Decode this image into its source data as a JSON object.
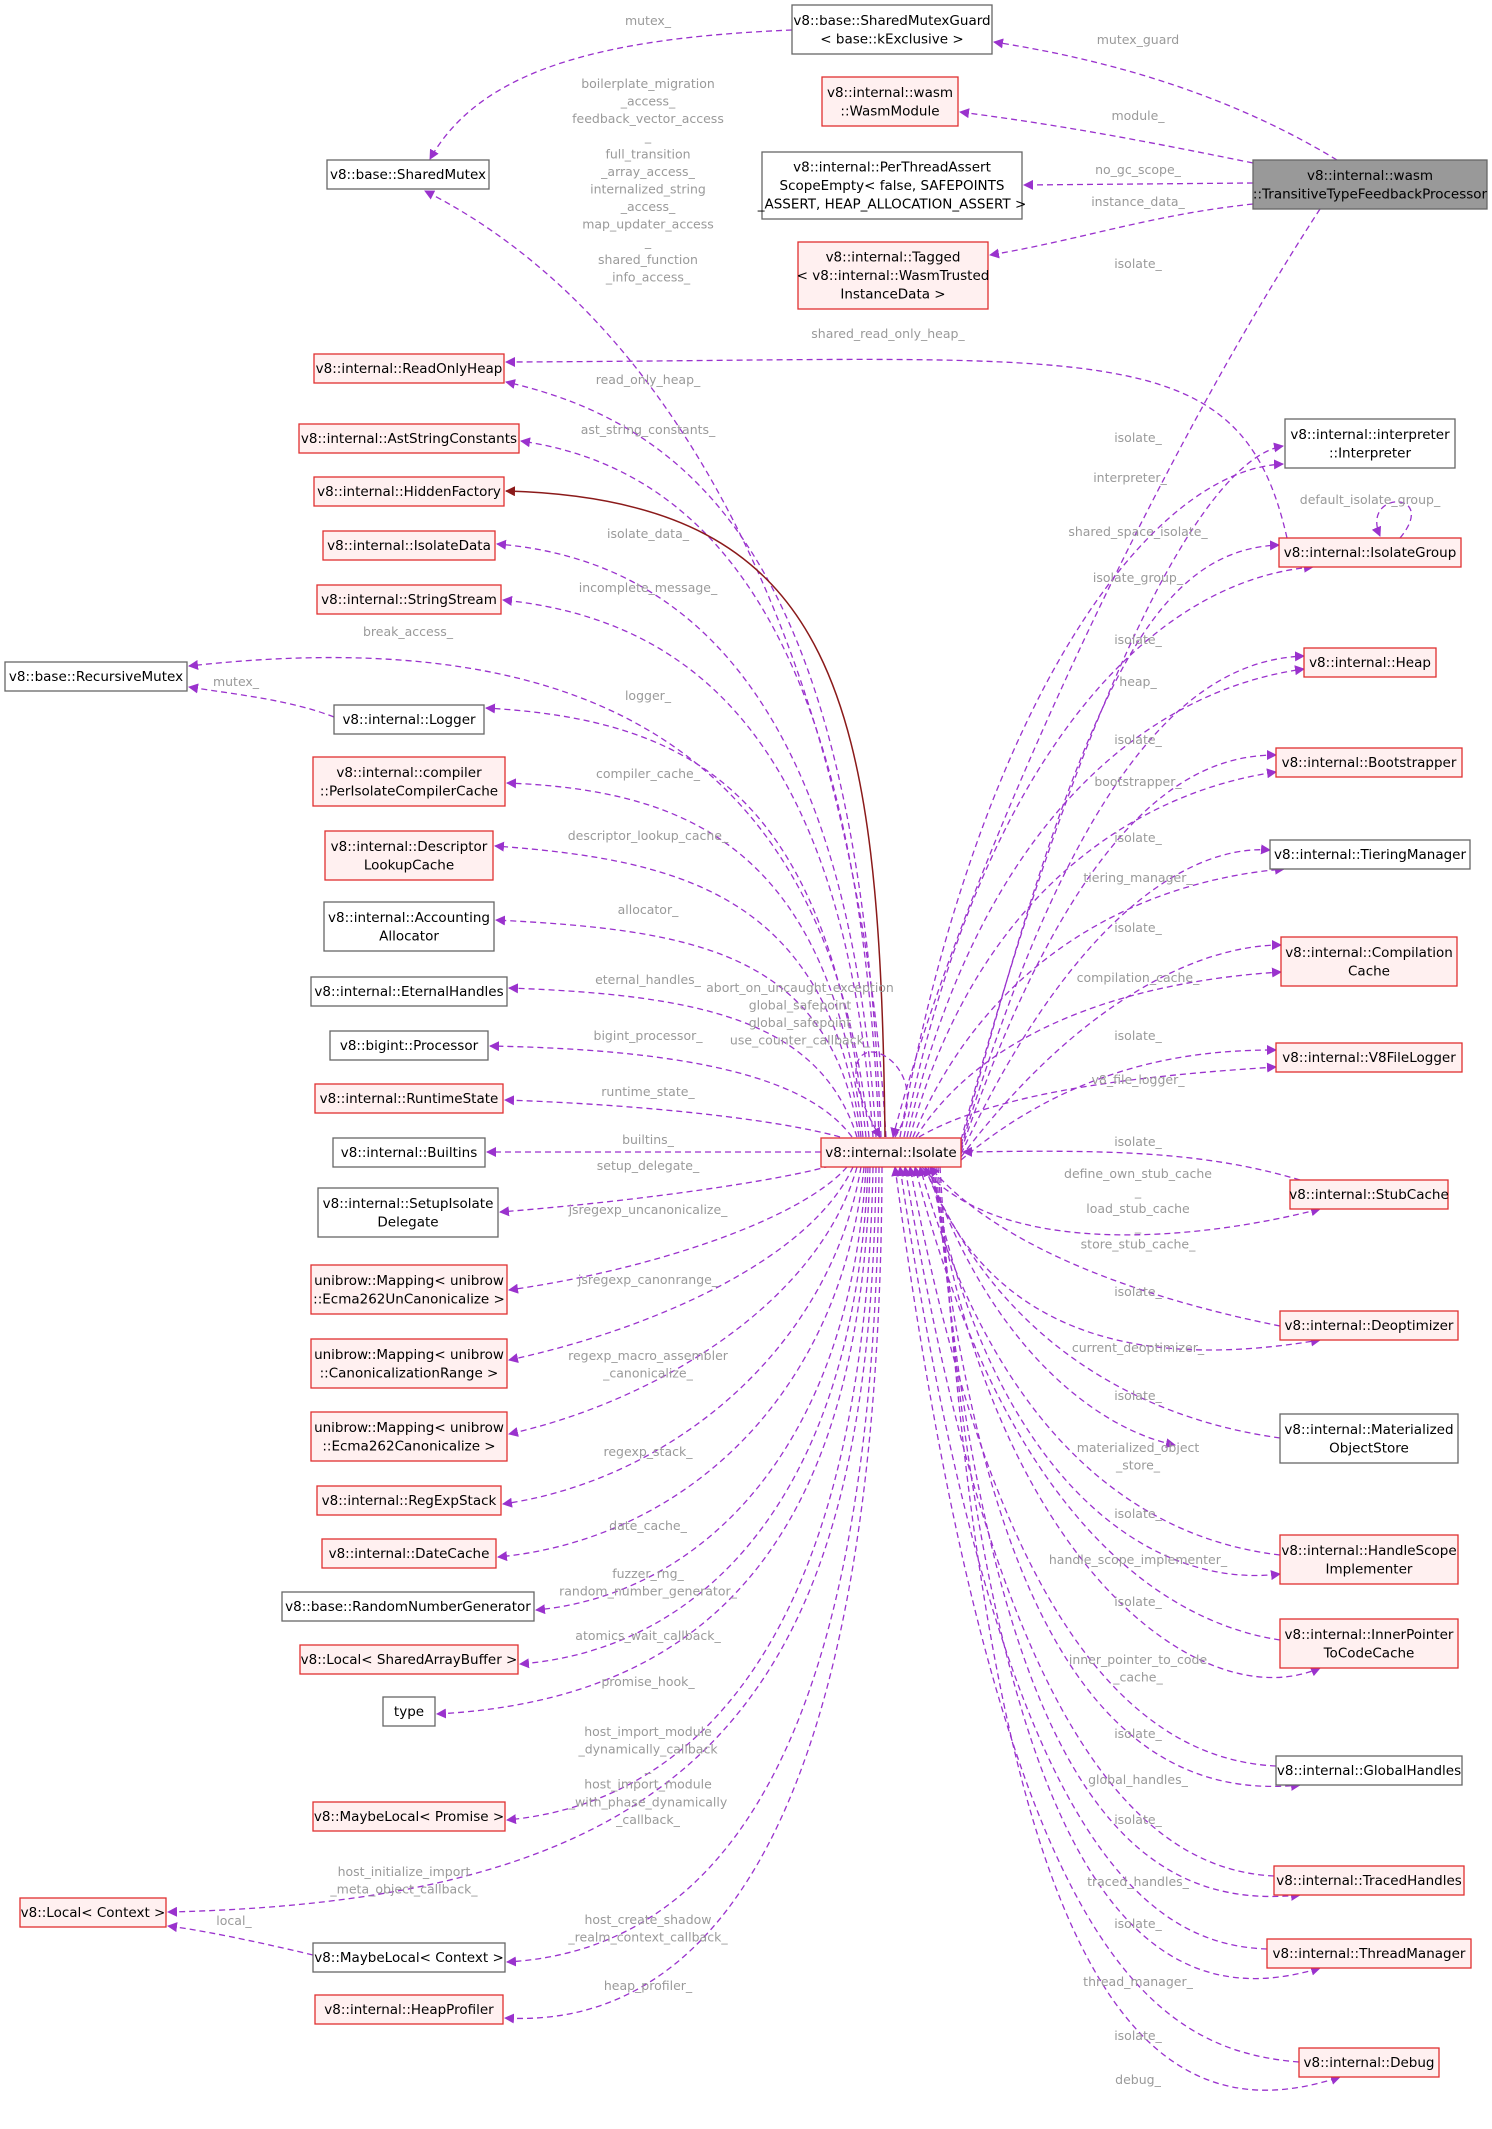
{
  "colors": {
    "red_border": "#e03030",
    "red_fill": "#fff0f0",
    "gray_border": "#666666",
    "gray_fill": "#ffffff",
    "focus_fill": "#999999",
    "edge": "#9a32cd",
    "inherit_edge": "#8b1a1a",
    "label": "#9a9a9a"
  },
  "nodes": {
    "shared_mutex_guard": [
      "v8::base::SharedMutexGuard",
      "< base::kExclusive >"
    ],
    "wasm_module": [
      "v8::internal::wasm",
      "::WasmModule"
    ],
    "per_thread_assert": [
      "v8::internal::PerThreadAssert",
      "ScopeEmpty< false, SAFEPOINTS",
      "_ASSERT, HEAP_ALLOCATION_ASSERT >"
    ],
    "tagged": [
      "v8::internal::Tagged",
      "< v8::internal::WasmTrusted",
      "InstanceData >"
    ],
    "focus": [
      "v8::internal::wasm",
      "::TransitiveTypeFeedbackProcessor"
    ],
    "shared_mutex": [
      "v8::base::SharedMutex"
    ],
    "read_only_heap": [
      "v8::internal::ReadOnlyHeap"
    ],
    "ast_string_constants": [
      "v8::internal::AstStringConstants"
    ],
    "hidden_factory": [
      "v8::internal::HiddenFactory"
    ],
    "isolate_data": [
      "v8::internal::IsolateData"
    ],
    "string_stream": [
      "v8::internal::StringStream"
    ],
    "recursive_mutex": [
      "v8::base::RecursiveMutex"
    ],
    "logger": [
      "v8::internal::Logger"
    ],
    "compiler_cache": [
      "v8::internal::compiler",
      "::PerIsolateCompilerCache"
    ],
    "descriptor_cache": [
      "v8::internal::Descriptor",
      "LookupCache"
    ],
    "accounting_allocator": [
      "v8::internal::Accounting",
      "Allocator"
    ],
    "eternal_handles": [
      "v8::internal::EternalHandles"
    ],
    "bigint_processor": [
      "v8::bigint::Processor"
    ],
    "runtime_state": [
      "v8::internal::RuntimeState"
    ],
    "builtins": [
      "v8::internal::Builtins"
    ],
    "setup_isolate": [
      "v8::internal::SetupIsolate",
      "Delegate"
    ],
    "mapping_uncanon": [
      "unibrow::Mapping< unibrow",
      "::Ecma262UnCanonicalize >"
    ],
    "mapping_canon_range": [
      "unibrow::Mapping< unibrow",
      "::CanonicalizationRange >"
    ],
    "mapping_canon": [
      "unibrow::Mapping< unibrow",
      "::Ecma262Canonicalize >"
    ],
    "regexp_stack": [
      "v8::internal::RegExpStack"
    ],
    "date_cache": [
      "v8::internal::DateCache"
    ],
    "rng": [
      "v8::base::RandomNumberGenerator"
    ],
    "local_sab": [
      "v8::Local< SharedArrayBuffer >"
    ],
    "type": [
      "type"
    ],
    "maybe_local_promise": [
      "v8::MaybeLocal< Promise >"
    ],
    "local_context": [
      "v8::Local< Context >"
    ],
    "maybe_local_context": [
      "v8::MaybeLocal< Context >"
    ],
    "heap_profiler": [
      "v8::internal::HeapProfiler"
    ],
    "isolate": [
      "v8::internal::Isolate"
    ],
    "interpreter": [
      "v8::internal::interpreter",
      "::Interpreter"
    ],
    "isolate_group": [
      "v8::internal::IsolateGroup"
    ],
    "heap": [
      "v8::internal::Heap"
    ],
    "bootstrapper": [
      "v8::internal::Bootstrapper"
    ],
    "tiering_manager": [
      "v8::internal::TieringManager"
    ],
    "compilation_cache": [
      "v8::internal::Compilation",
      "Cache"
    ],
    "v8_file_logger": [
      "v8::internal::V8FileLogger"
    ],
    "stub_cache": [
      "v8::internal::StubCache"
    ],
    "deoptimizer": [
      "v8::internal::Deoptimizer"
    ],
    "materialized_store": [
      "v8::internal::Materialized",
      "ObjectStore"
    ],
    "handle_scope_impl": [
      "v8::internal::HandleScope",
      "Implementer"
    ],
    "inner_pointer_cache": [
      "v8::internal::InnerPointer",
      "ToCodeCache"
    ],
    "global_handles": [
      "v8::internal::GlobalHandles"
    ],
    "traced_handles": [
      "v8::internal::TracedHandles"
    ],
    "thread_manager": [
      "v8::internal::ThreadManager"
    ],
    "debug": [
      "v8::internal::Debug"
    ]
  },
  "labels": {
    "mutex_": [
      "mutex_"
    ],
    "mutex_guard": [
      "mutex_guard"
    ],
    "module_": [
      "module_"
    ],
    "no_gc_scope_": [
      "no_gc_scope_"
    ],
    "instance_data_": [
      "instance_data_"
    ],
    "isolate_focus": [
      "isolate_"
    ],
    "shared_mutex_multi": [
      "boilerplate_migration",
      "_access_",
      "feedback_vector_access",
      "_",
      "full_transition",
      "_array_access_",
      "internalized_string",
      "_access_",
      "map_updater_access",
      "_",
      "shared_function",
      "_info_access_"
    ],
    "shared_read_only_heap_": [
      "shared_read_only_heap_"
    ],
    "read_only_heap_": [
      "read_only_heap_"
    ],
    "ast_string_constants_": [
      "ast_string_constants_"
    ],
    "isolate_data_": [
      "isolate_data_"
    ],
    "incomplete_message_": [
      "incomplete_message_"
    ],
    "break_access_": [
      "break_access_"
    ],
    "mutex_logger": [
      "mutex_"
    ],
    "logger_": [
      "logger_"
    ],
    "compiler_cache_": [
      "compiler_cache_"
    ],
    "descriptor_lookup_cache_": [
      "descriptor_lookup_cache_"
    ],
    "allocator_": [
      "allocator_"
    ],
    "eternal_handles_": [
      "eternal_handles_"
    ],
    "bigint_processor_": [
      "bigint_processor_"
    ],
    "runtime_state_": [
      "runtime_state_"
    ],
    "builtins_": [
      "builtins_"
    ],
    "setup_delegate_": [
      "setup_delegate_"
    ],
    "jsregexp_uncanonicalize_": [
      "jsregexp_uncanonicalize_"
    ],
    "jsregexp_canonrange_": [
      "jsregexp_canonrange_"
    ],
    "regexp_macro_assembler": [
      "regexp_macro_assembler",
      "_canonicalize_"
    ],
    "regexp_stack_": [
      "regexp_stack_"
    ],
    "date_cache_": [
      "date_cache_"
    ],
    "rng_labels": [
      "fuzzer_rng_",
      "random_number_generator_"
    ],
    "atomics_wait_callback_": [
      "atomics_wait_callback_"
    ],
    "promise_hook_": [
      "promise_hook_"
    ],
    "host_import_module": [
      "host_import_module",
      "_dynamically_callback",
      "_",
      "host_import_module",
      "_with_phase_dynamically",
      "_callback_"
    ],
    "host_initialize_import": [
      "host_initialize_import",
      "_meta_object_callback_"
    ],
    "local_": [
      "local_"
    ],
    "host_create_shadow": [
      "host_create_shadow",
      "_realm_context_callback_"
    ],
    "heap_profiler_": [
      "heap_profiler_"
    ],
    "isolate_self": [
      "abort_on_uncaught_exception",
      "global_safepoint",
      "global_safepoint",
      "use_counter_callback_"
    ],
    "isolate_interp": [
      "isolate_"
    ],
    "interpreter_": [
      "interpreter_"
    ],
    "default_isolate_group_": [
      "default_isolate_group_"
    ],
    "shared_space_isolate_": [
      "shared_space_isolate_"
    ],
    "isolate_group_": [
      "isolate_group_"
    ],
    "isolate_heap": [
      "isolate_"
    ],
    "heap_": [
      "heap_"
    ],
    "isolate_boot": [
      "isolate_"
    ],
    "bootstrapper_": [
      "bootstrapper_"
    ],
    "isolate_tier": [
      "isolate_"
    ],
    "tiering_manager_": [
      "tiering_manager_"
    ],
    "isolate_comp": [
      "isolate_"
    ],
    "compilation_cache_": [
      "compilation_cache_"
    ],
    "isolate_v8fl": [
      "isolate_"
    ],
    "v8_file_logger_": [
      "v8_file_logger_"
    ],
    "isolate_stub": [
      "isolate_"
    ],
    "stub_cache_labels": [
      "define_own_stub_cache",
      "_",
      "load_stub_cache",
      "_",
      "store_stub_cache_"
    ],
    "isolate_deopt": [
      "isolate_"
    ],
    "current_deoptimizer_": [
      "current_deoptimizer_"
    ],
    "isolate_mat": [
      "isolate_"
    ],
    "materialized_object": [
      "materialized_object",
      "_store_"
    ],
    "isolate_hsi": [
      "isolate_"
    ],
    "handle_scope_implementer_": [
      "handle_scope_implementer_"
    ],
    "isolate_ipc": [
      "isolate_"
    ],
    "inner_pointer_to_code": [
      "inner_pointer_to_code",
      "_cache_"
    ],
    "isolate_gh": [
      "isolate_"
    ],
    "global_handles_": [
      "global_handles_"
    ],
    "isolate_th": [
      "isolate_"
    ],
    "traced_handles_": [
      "traced_handles_"
    ],
    "isolate_tm": [
      "isolate_"
    ],
    "thread_manager_": [
      "thread_manager_"
    ],
    "isolate_dbg": [
      "isolate_"
    ],
    "debug_": [
      "debug_"
    ]
  }
}
